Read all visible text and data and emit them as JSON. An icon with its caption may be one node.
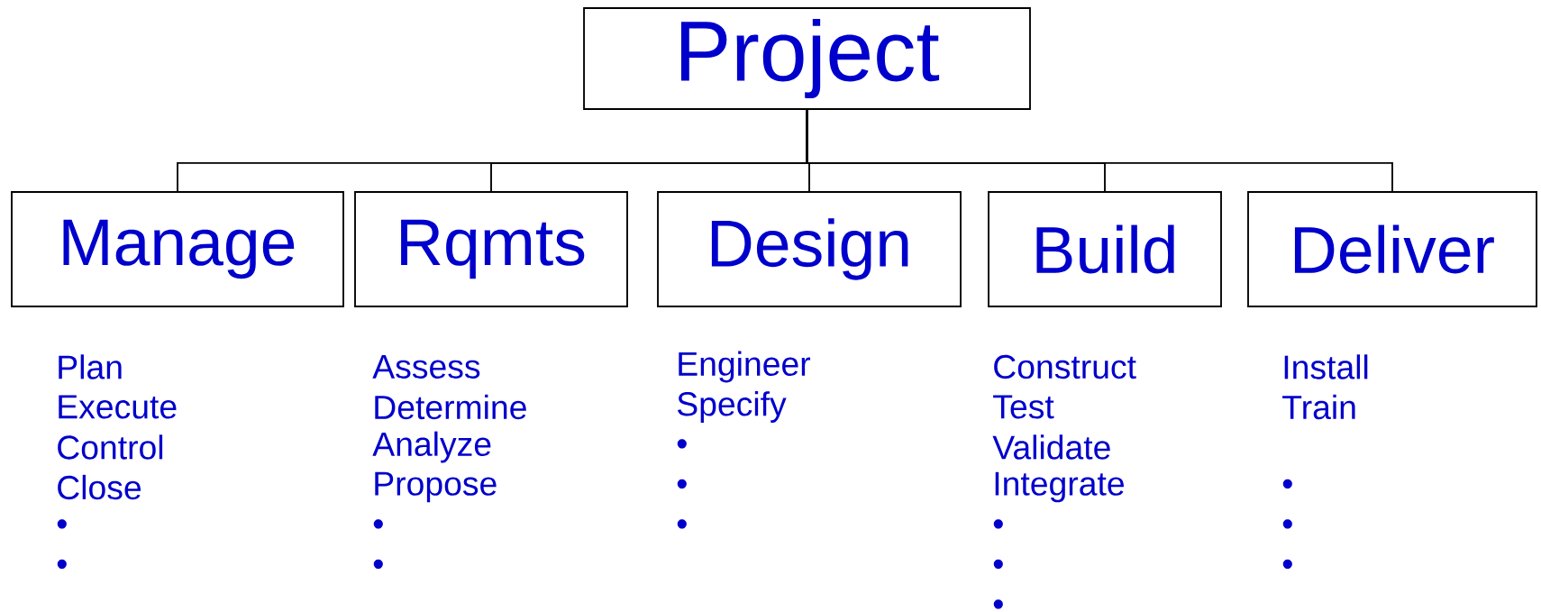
{
  "diagram": {
    "nodes": [
      {
        "text": [
          "Project"
        ]
      },
      {
        "text": [
          "Manage"
        ],
        "beside": [
          "Plan",
          "Execute",
          "Control",
          "Close",
          "•",
          "•"
        ]
      },
      {
        "text": [
          "Rqmts"
        ],
        "beside": [
          "Assess",
          "Determine",
          "Analyze",
          "Propose",
          "•",
          "•"
        ]
      },
      {
        "text": [
          "Design"
        ],
        "beside": [
          "Engineer",
          "Specify",
          "•",
          "•",
          "•"
        ]
      },
      {
        "text": [
          "Build"
        ],
        "beside": [
          "Construct",
          "Test",
          "Validate",
          "Integrate",
          "•",
          "•",
          "•"
        ]
      },
      {
        "text": [
          "Deliver"
        ],
        "beside": [
          "Install",
          "Train",
          "•",
          "•",
          "•"
        ]
      }
    ],
    "edges": [
      {
        "from": 0,
        "to": 1,
        "arrow": "none"
      },
      {
        "from": 0,
        "to": 2,
        "arrow": "none"
      },
      {
        "from": 0,
        "to": 3,
        "arrow": "none"
      },
      {
        "from": 0,
        "to": 4,
        "arrow": "none"
      },
      {
        "from": 0,
        "to": 5,
        "arrow": "none"
      }
    ]
  }
}
